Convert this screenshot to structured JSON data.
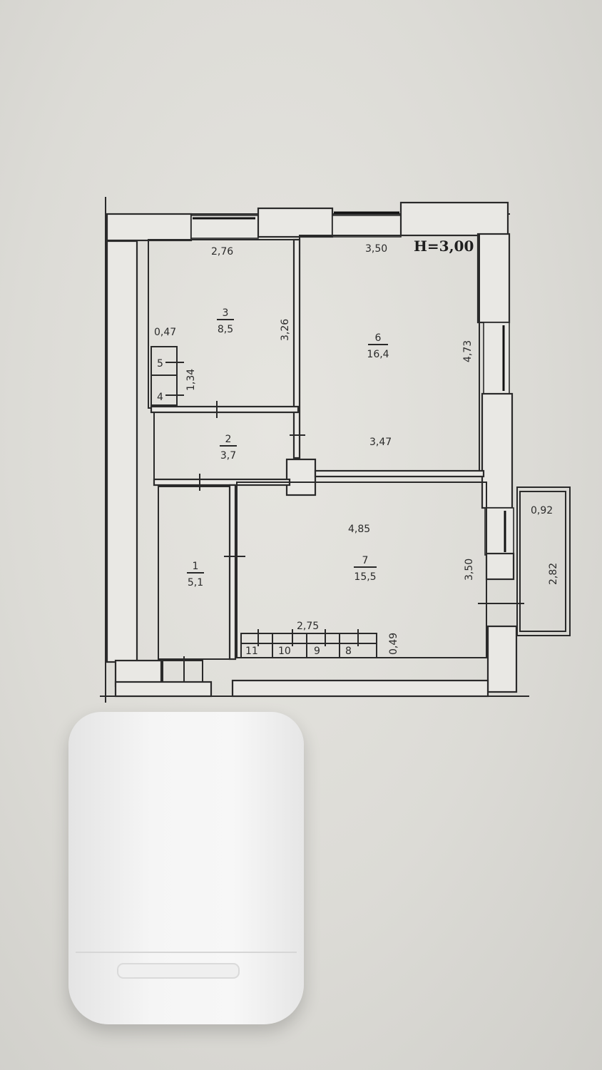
{
  "height_label": "H=3,00",
  "rooms": [
    {
      "id": "1",
      "number": "1",
      "area": "5,1"
    },
    {
      "id": "2",
      "number": "2",
      "area": "3,7"
    },
    {
      "id": "3",
      "number": "3",
      "area": "8,5"
    },
    {
      "id": "6",
      "number": "6",
      "area": "16,4"
    },
    {
      "id": "7",
      "number": "7",
      "area": "15,5"
    }
  ],
  "small_rooms": [
    "4",
    "5",
    "8",
    "9",
    "10",
    "11"
  ],
  "dimensions": {
    "room3_width": "2,76",
    "room3_height": "3,26",
    "room6_width": "3,50",
    "room6_height": "4,73",
    "room6_inner": "3,47",
    "room7_width": "4,85",
    "room7_height": "3,50",
    "storage_width": "2,75",
    "storage_depth": "0,49",
    "closet_width": "0,47",
    "closet_height": "1,34",
    "balcony_width": "0,92",
    "balcony_length": "2,82"
  }
}
